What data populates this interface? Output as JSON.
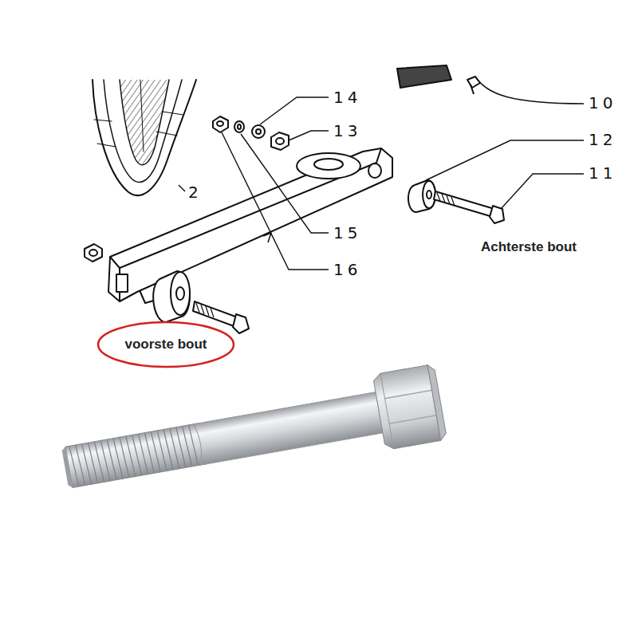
{
  "diagram": {
    "nodes": [
      {
        "text": [
          "voorste bout"
        ]
      }
    ],
    "labels": [
      "14",
      "10",
      "13",
      "12",
      "11",
      "2",
      "Achterste bout",
      "15",
      "16"
    ]
  }
}
